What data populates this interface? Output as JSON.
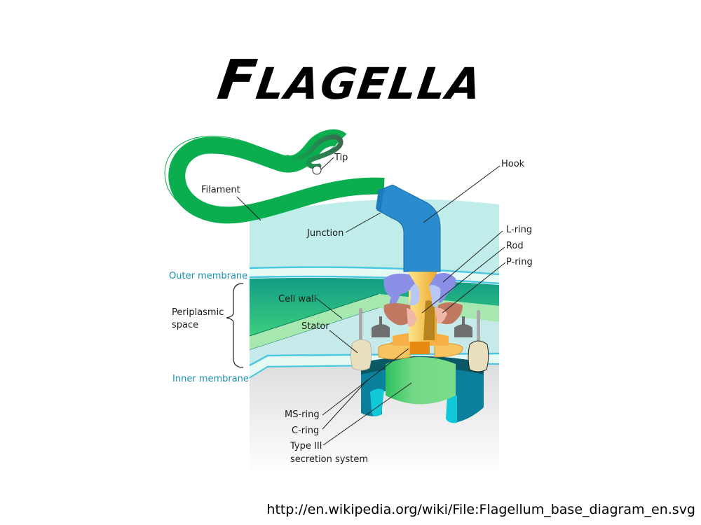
{
  "slide": {
    "title_first": "F",
    "title_rest": "LAGELLA",
    "source_url": "http://en.wikipedia.org/wiki/File:Flagellum_base_diagram_en.svg"
  },
  "diagram": {
    "labels": {
      "tip": "Tip",
      "filament": "Filament",
      "junction": "Junction",
      "hook": "Hook",
      "l_ring": "L-ring",
      "rod": "Rod",
      "p_ring": "P-ring",
      "outer_membrane": "Outer membrane",
      "periplasmic_1": "Periplasmic",
      "periplasmic_2": "space",
      "cell_wall": "Cell wall",
      "stator": "Stator",
      "inner_membrane": "Inner membrane",
      "ms_ring": "MS-ring",
      "c_ring": "C-ring",
      "type3_1": "Type III",
      "type3_2": "secretion system"
    },
    "colors": {
      "filament": "#0aae4f",
      "filament_tip": "#3a7a55",
      "hook": "#2a8ccc",
      "hook_dark": "#1a6aa8",
      "extracellular": "#c0ecea",
      "membrane_line": "#4cc8e0",
      "membrane_fill": "#e6faf4",
      "cell_wall_dark": "#119c86",
      "cell_wall_light": "#3ccf7c",
      "peptidoglycan_band": "#a6e8b0",
      "periplasm": "#c6eaea",
      "cytoplasm": "#e8e8e8",
      "rod": "#f4c64a",
      "l_ring": "#8b8fe6",
      "l_ring_light": "#b8c8f4",
      "p_ring": "#c07860",
      "p_ring_light": "#f0b8a8",
      "ms_ring": "#f8b048",
      "stator": "#e8e0bc",
      "stator_pin": "#a8a8a8",
      "c_ring": "#0a809c",
      "c_ring_dark": "#0a5a66",
      "c_ring_cyan": "#10c8d8",
      "type3": "#70d880",
      "motor_shadow": "#6a6a6a",
      "membrane_label": "#1a8fb0"
    }
  }
}
